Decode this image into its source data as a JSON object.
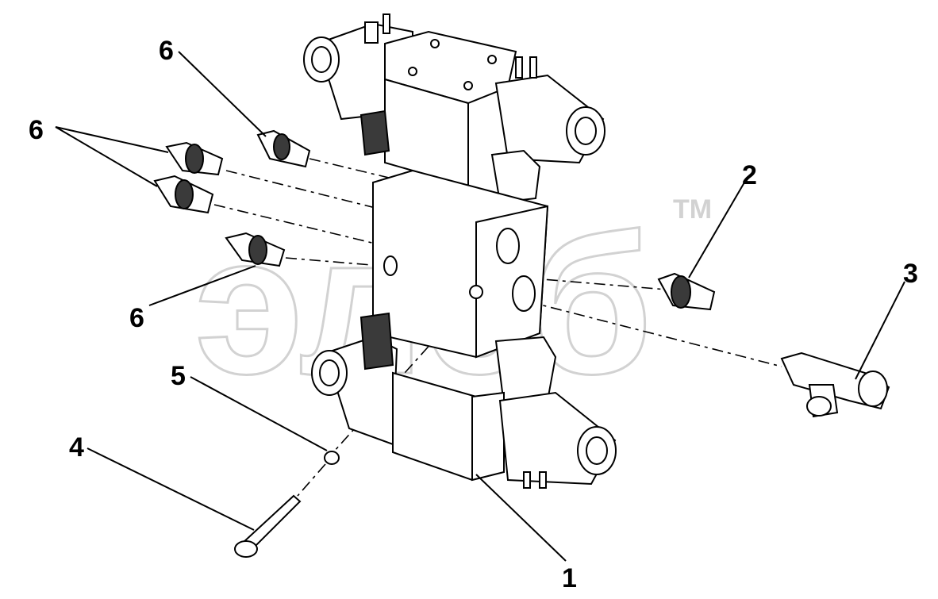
{
  "watermark": {
    "text": "элеб",
    "trademark": "TM"
  },
  "callouts": [
    {
      "id": "1",
      "label": "1"
    },
    {
      "id": "2",
      "label": "2"
    },
    {
      "id": "3",
      "label": "3"
    },
    {
      "id": "4",
      "label": "4"
    },
    {
      "id": "5",
      "label": "5"
    },
    {
      "id": "6a",
      "label": "6"
    },
    {
      "id": "6b",
      "label": "6"
    },
    {
      "id": "6c",
      "label": "6"
    }
  ]
}
